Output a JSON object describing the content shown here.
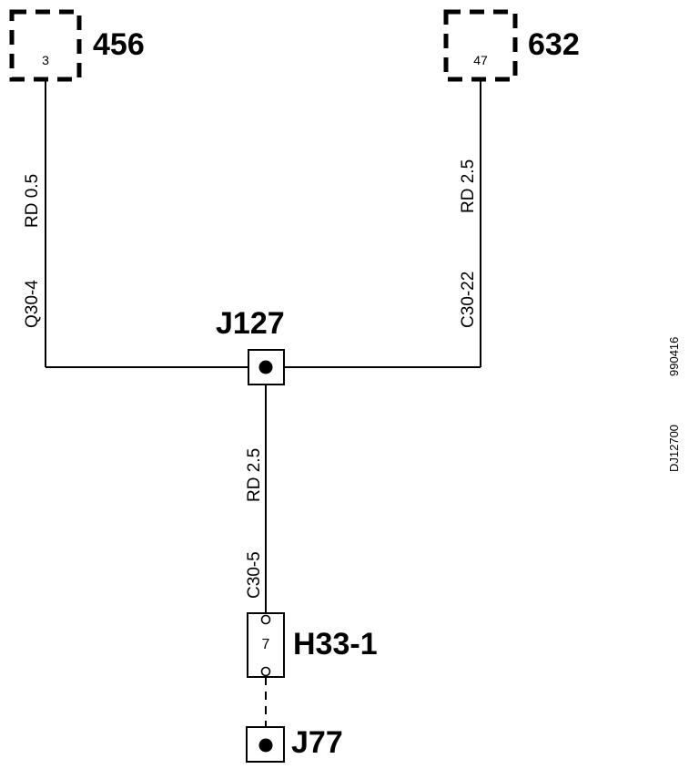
{
  "components": {
    "c456": {
      "ref": "456",
      "pin": "3"
    },
    "c632": {
      "ref": "632",
      "pin": "47"
    },
    "splice": {
      "ref": "J127"
    },
    "connector": {
      "ref": "H33-1",
      "pin": "7"
    },
    "ground": {
      "ref": "J77"
    }
  },
  "wires": {
    "left": {
      "id": "Q30-4",
      "spec": "RD 0.5"
    },
    "right": {
      "id": "C30-22",
      "spec": "RD 2.5"
    },
    "down": {
      "id": "C30-5",
      "spec": "RD 2.5"
    }
  },
  "drawing": {
    "number": "DJ12700",
    "date_code": "990416"
  },
  "colors": {
    "line": "#000000",
    "background": "#ffffff"
  }
}
